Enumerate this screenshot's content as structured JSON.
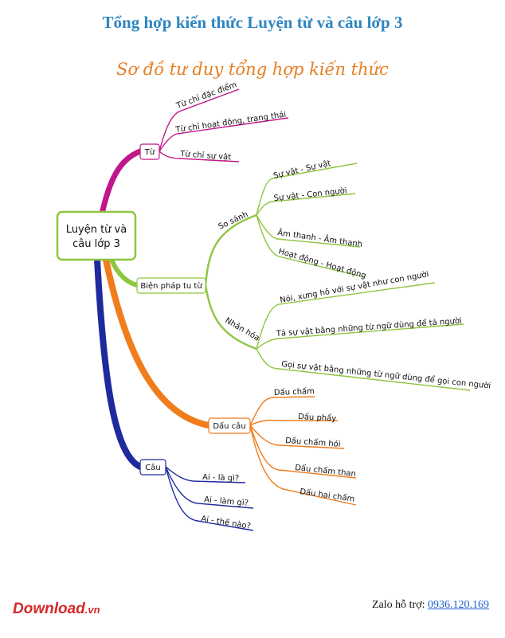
{
  "header": {
    "title": "Tổng hợp kiến thức Luyện từ và câu lớp 3",
    "subtitle": "Sơ đồ tư duy tổng hợp kiến thức"
  },
  "mindmap": {
    "center": {
      "line1": "Luyện từ và",
      "line2": "câu lớp 3"
    },
    "branches": {
      "tu": {
        "label": "Từ",
        "color": "#c0168a",
        "leaves": [
          "Từ chỉ đặc điểm",
          "Từ chỉ hoạt động, trạng thái",
          "Từ chỉ sự vật"
        ]
      },
      "bien_phap": {
        "label": "Biện pháp tu từ",
        "color": "#8dc63f",
        "so_sanh": {
          "label": "So sánh",
          "leaves": [
            "Sự vật - Sự vật",
            "Sự vật - Con người",
            "Âm thanh - Âm thanh",
            "Hoạt động - Hoạt động"
          ]
        },
        "nhan_hoa": {
          "label": "Nhân hóa",
          "leaves": [
            "Nói, xưng hô với sự vật như con người",
            "Tả sự vật bằng những từ ngữ dùng để tả người",
            "Gọi sự vật bằng những từ ngữ dùng để gọi con người"
          ]
        }
      },
      "dau_cau": {
        "label": "Dấu câu",
        "color": "#f07c1b",
        "leaves": [
          "Dấu chấm",
          "Dấu phẩy",
          "Dấu chấm hỏi",
          "Dấu chấm than",
          "Dấu hai chấm"
        ]
      },
      "cau": {
        "label": "Câu",
        "color": "#1f2a9e",
        "leaves": [
          "Ai - là gì?",
          "Ai - làm gì?",
          "Ai - thế nào?"
        ]
      }
    }
  },
  "footer": {
    "logo_main": "Download",
    "logo_suffix": ".vn",
    "zalo_label": "Zalo hỗ trợ:",
    "phone": "0936.120.169"
  }
}
